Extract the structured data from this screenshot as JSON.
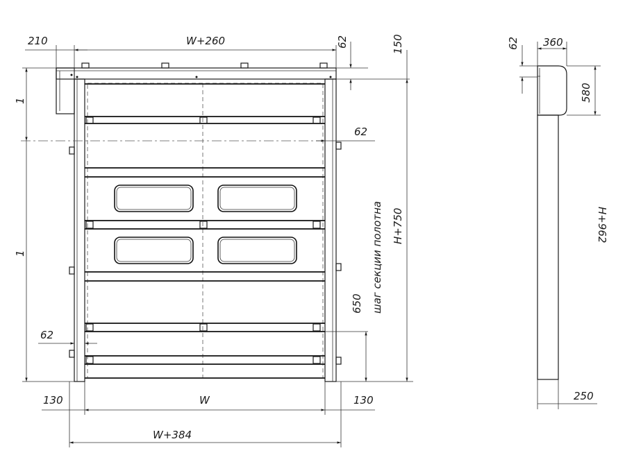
{
  "front_view": {
    "dims": {
      "d210": "210",
      "w260": "W+260",
      "d62_top": "62",
      "d150": "150",
      "d62_right": "62",
      "d62_left": "62",
      "d650": "650",
      "h750": "H+750",
      "section_step": "шаг секции полотна",
      "d130_left": "130",
      "w": "W",
      "d130_right": "130",
      "w384": "W+384",
      "left_h1": "1",
      "left_h2": "1"
    }
  },
  "side_view": {
    "dims": {
      "d62": "62",
      "d360": "360",
      "d580": "580",
      "h962": "H+962",
      "d250": "250"
    }
  },
  "colors": {
    "line": "#1a1a1a",
    "background": "#ffffff"
  }
}
